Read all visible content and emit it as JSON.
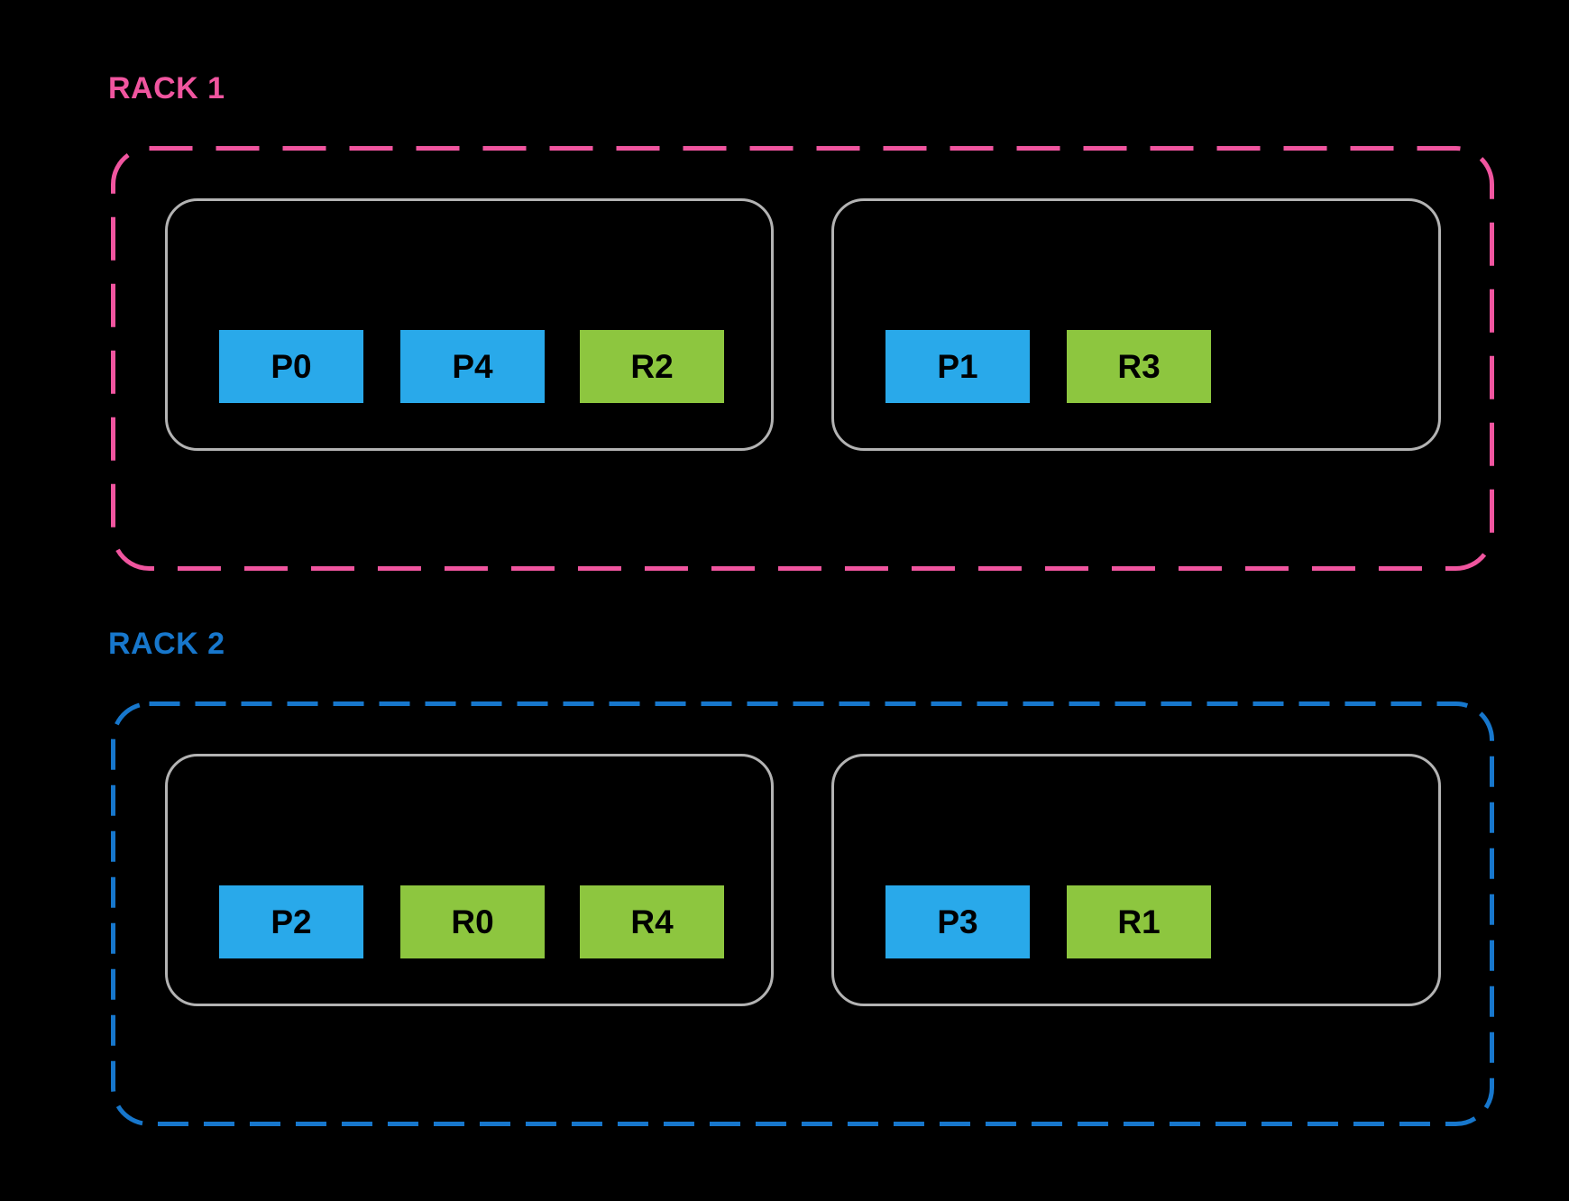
{
  "diagram": {
    "background": "#000000",
    "node_border_color": "#B3B3B3",
    "partition_color": "#29A9EA",
    "replica_color": "#8DC63F",
    "box_text_color": "#000000"
  },
  "racks": [
    {
      "label": "RACK 1",
      "accent": "#F0559F",
      "nodes": [
        {
          "slots": [
            {
              "label": "P0",
              "color": "#29A9EA"
            },
            {
              "label": "P4",
              "color": "#29A9EA"
            },
            {
              "label": "R2",
              "color": "#8DC63F"
            }
          ]
        },
        {
          "slots": [
            {
              "label": "P1",
              "color": "#29A9EA"
            },
            {
              "label": "R3",
              "color": "#8DC63F"
            }
          ]
        }
      ]
    },
    {
      "label": "RACK 2",
      "accent": "#1777CC",
      "nodes": [
        {
          "slots": [
            {
              "label": "P2",
              "color": "#29A9EA"
            },
            {
              "label": "R0",
              "color": "#8DC63F"
            },
            {
              "label": "R4",
              "color": "#8DC63F"
            }
          ]
        },
        {
          "slots": [
            {
              "label": "P3",
              "color": "#29A9EA"
            },
            {
              "label": "R1",
              "color": "#8DC63F"
            }
          ]
        }
      ]
    }
  ]
}
